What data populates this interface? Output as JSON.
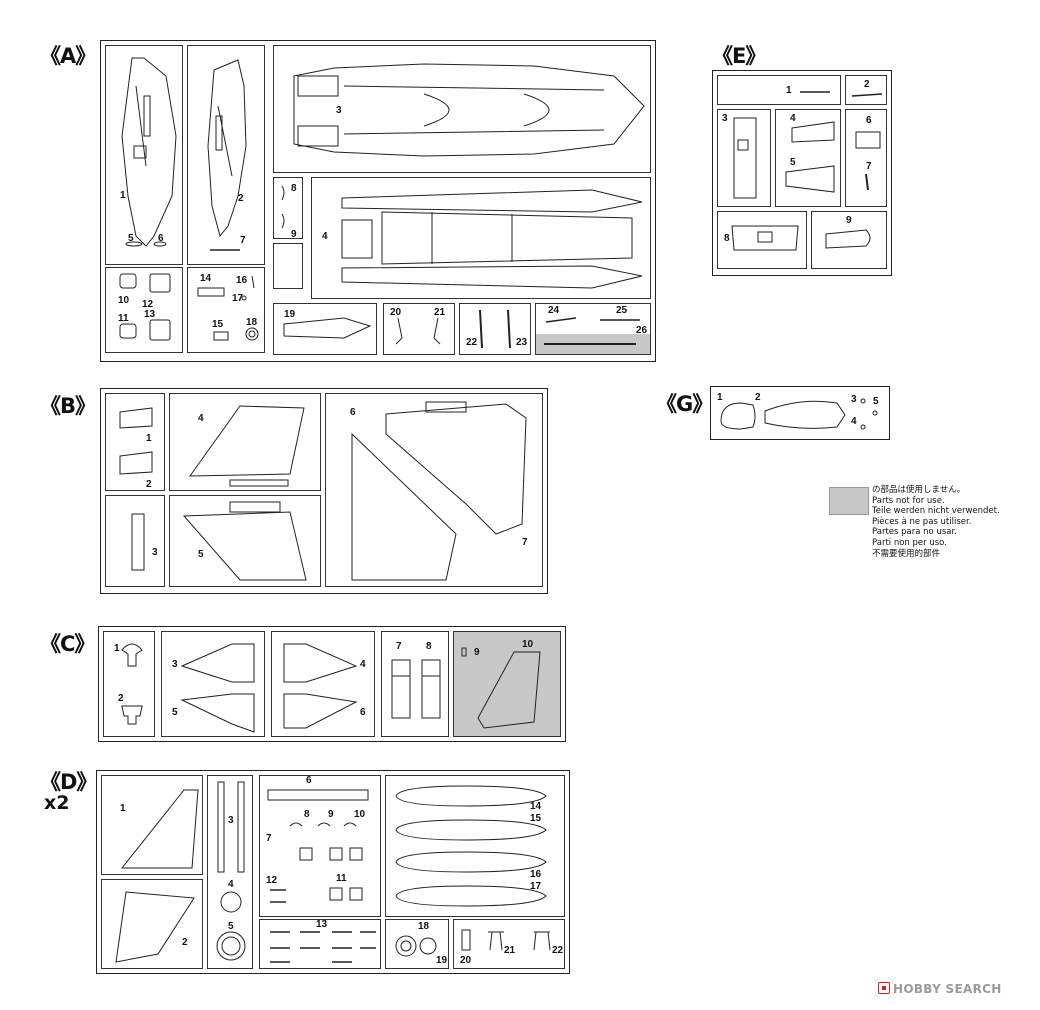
{
  "sprues": {
    "A": {
      "label": "《A》"
    },
    "B": {
      "label": "《B》"
    },
    "C": {
      "label": "《C》"
    },
    "D": {
      "label": "《D》",
      "multiplier": "x2"
    },
    "E": {
      "label": "《E》"
    },
    "G": {
      "label": "《G》"
    }
  },
  "parts": {
    "A": [
      "1",
      "2",
      "3",
      "4",
      "5",
      "6",
      "7",
      "8",
      "9",
      "10",
      "11",
      "12",
      "13",
      "14",
      "15",
      "16",
      "17",
      "18",
      "19",
      "20",
      "21",
      "22",
      "23",
      "24",
      "25",
      "26"
    ],
    "B": [
      "1",
      "2",
      "3",
      "4",
      "5",
      "6",
      "7"
    ],
    "C": [
      "1",
      "2",
      "3",
      "4",
      "5",
      "6",
      "7",
      "8",
      "9",
      "10"
    ],
    "D": [
      "1",
      "2",
      "3",
      "4",
      "5",
      "6",
      "7",
      "8",
      "9",
      "10",
      "11",
      "12",
      "13",
      "14",
      "15",
      "16",
      "17",
      "18",
      "19",
      "20",
      "21",
      "22"
    ],
    "E": [
      "1",
      "2",
      "3",
      "4",
      "5",
      "6",
      "7",
      "8",
      "9"
    ],
    "G": [
      "1",
      "2",
      "3",
      "4",
      "5"
    ]
  },
  "legend": {
    "swatch_color": "#c8c8c8",
    "lines": [
      "の部品は使用しません。",
      "Parts not for use.",
      "Teile werden nicht verwendet.",
      "Pièces à ne pas utiliser.",
      "Partes para no usar.",
      "Parti non per uso.",
      "不需要使用的部件"
    ]
  },
  "watermark": {
    "text": "HOBBY SEARCH",
    "color": "#9b9b9b",
    "accent": "#cc2222"
  }
}
